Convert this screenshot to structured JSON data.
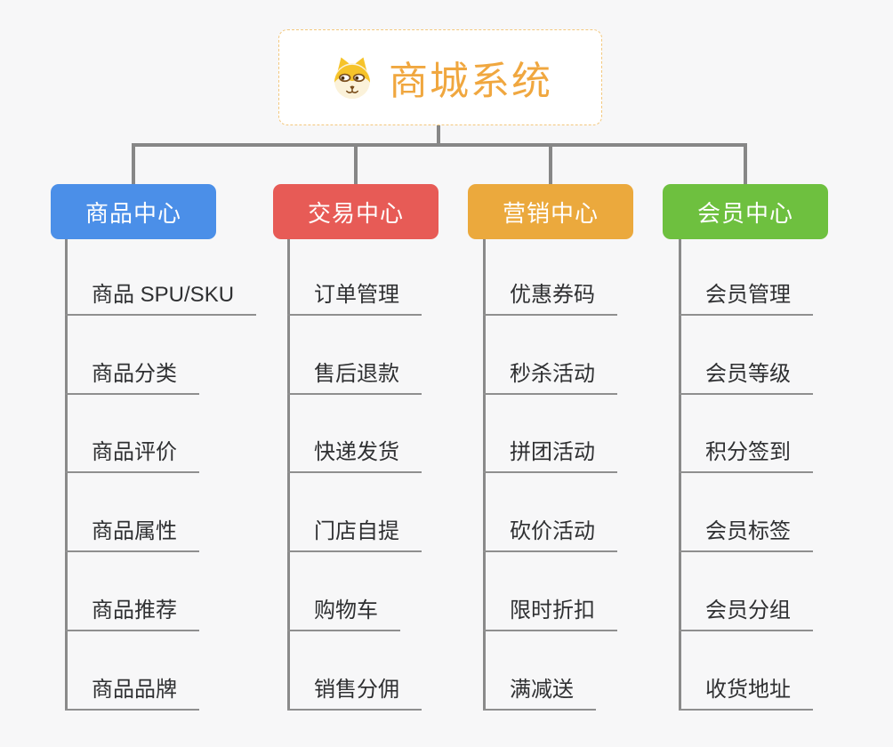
{
  "root": {
    "label": "商城系统",
    "icon": "dog-face-icon",
    "text_color": "#F0A73F",
    "border_color": "#F3C87E",
    "background": "#FFFFFF"
  },
  "branches": [
    {
      "label": "商品中心",
      "color": "#4B8FE8",
      "children": [
        "商品 SPU/SKU",
        "商品分类",
        "商品评价",
        "商品属性",
        "商品推荐",
        "商品品牌"
      ]
    },
    {
      "label": "交易中心",
      "color": "#E75B56",
      "children": [
        "订单管理",
        "售后退款",
        "快递发货",
        "门店自提",
        "购物车",
        "销售分佣"
      ]
    },
    {
      "label": "营销中心",
      "color": "#EBA93D",
      "children": [
        "优惠券码",
        "秒杀活动",
        "拼团活动",
        "砍价活动",
        "限时折扣",
        "满减送"
      ]
    },
    {
      "label": "会员中心",
      "color": "#6EC03F",
      "children": [
        "会员管理",
        "会员等级",
        "积分签到",
        "会员标签",
        "会员分组",
        "收货地址"
      ]
    }
  ],
  "style": {
    "connector_color": "#878787",
    "underline_color": "#8F8F8F",
    "child_text_color": "#2F3032",
    "canvas_background": "#F7F7F8"
  }
}
